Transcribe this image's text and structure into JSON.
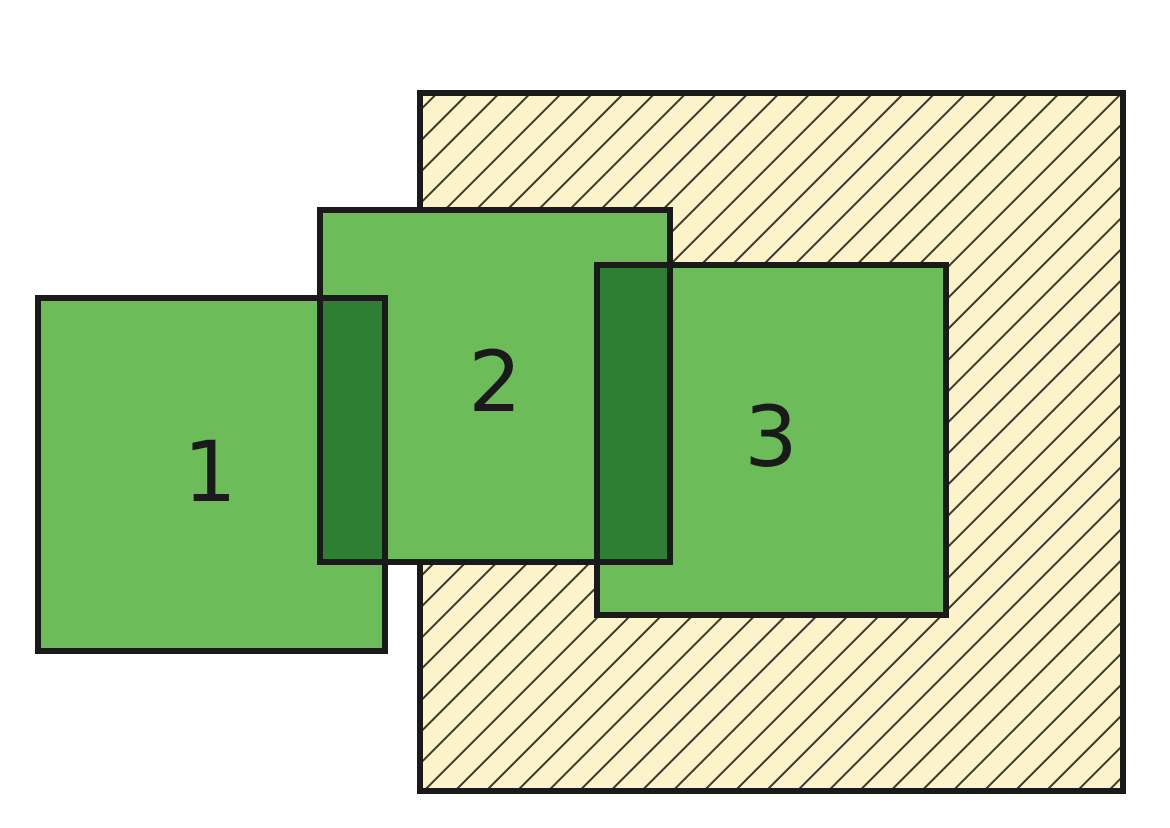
{
  "diagram": {
    "boxes": [
      {
        "id": "1",
        "label": "1"
      },
      {
        "id": "2",
        "label": "2"
      },
      {
        "id": "3",
        "label": "3"
      }
    ],
    "region": {
      "pattern": "diagonal-hatch"
    },
    "colors": {
      "background": "#ffffff",
      "hatch_fill": "#fdf3cb",
      "hatch_lines": "#3a3a2a",
      "box_fill": "#6cbd5a",
      "overlap_fill": "#2e7f33",
      "outline": "#1a1a1a"
    }
  }
}
